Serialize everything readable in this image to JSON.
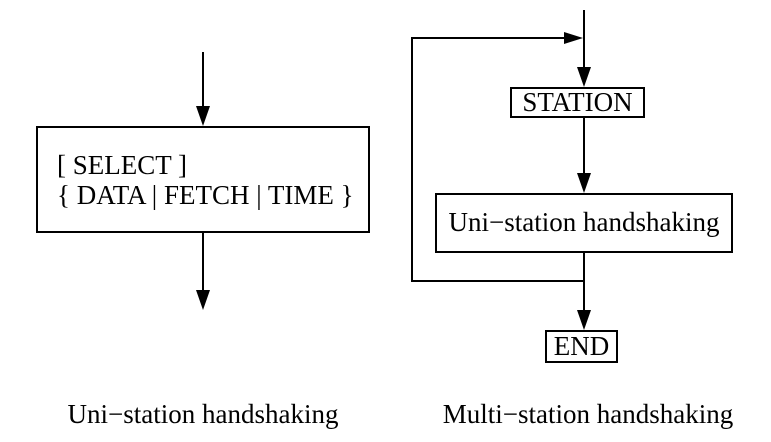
{
  "diagram": {
    "background_color": "#ffffff",
    "line_color": "#000000",
    "left_flowchart": {
      "select_box": {
        "line1": "[ SELECT ]",
        "line2": "{ DATA | FETCH | TIME }"
      },
      "caption": "Uni−station handshaking"
    },
    "right_flowchart": {
      "station_label": "STATION",
      "process_label": "Uni−station handshaking",
      "end_label": "END",
      "caption": "Multi−station handshaking"
    }
  }
}
